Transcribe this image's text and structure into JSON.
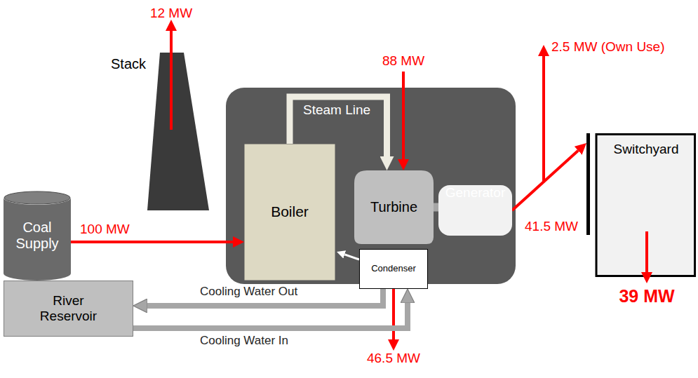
{
  "diagram": {
    "nodes": [
      {
        "text": [
          "Coal Supply"
        ]
      },
      {
        "text": [
          "Boiler"
        ]
      },
      {
        "text": [
          "Turbine"
        ]
      },
      {
        "text": [
          "Generator"
        ]
      },
      {
        "text": [
          "Switchyard"
        ]
      },
      {
        "text": [
          "Condenser"
        ]
      },
      {
        "text": [
          "River Reservoir"
        ]
      }
    ],
    "edges": [
      {
        "from": 0,
        "to": 1,
        "label": "100 MW",
        "arrow": "to"
      },
      {
        "from": 1,
        "to": 2,
        "label": "Steam Line",
        "arrow": "to"
      },
      {
        "from": 2,
        "to": 3,
        "arrow": "none"
      },
      {
        "from": 3,
        "to": 4,
        "label": "41.5 MW",
        "arrow": "to"
      },
      {
        "from": 5,
        "to": 1,
        "arrow": "to"
      },
      {
        "from": 5,
        "to": 6,
        "label": "Cooling Water Out",
        "arrow": "to"
      },
      {
        "from": 6,
        "to": 5,
        "label": "Cooling Water In",
        "arrow": "to"
      }
    ],
    "labels": [
      "Stack",
      "12 MW",
      "88 MW",
      "2.5 MW (Own Use)",
      "46.5 MW",
      "39 MW"
    ]
  }
}
